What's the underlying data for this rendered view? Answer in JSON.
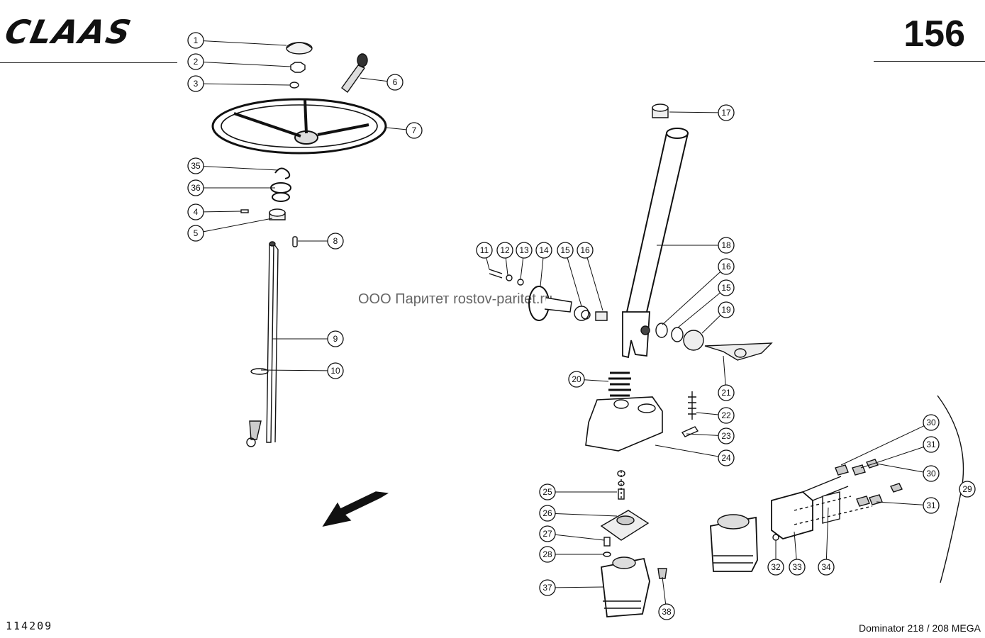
{
  "header": {
    "brand": "CLAAS",
    "page_number": "156"
  },
  "footer": {
    "document_id": "114209",
    "model": "Dominator 218 / 208 MEGA"
  },
  "watermark": "ООО Паритет    rostov-paritet.ru",
  "callouts": [
    {
      "id": "c1",
      "label": "1"
    },
    {
      "id": "c2",
      "label": "2"
    },
    {
      "id": "c3",
      "label": "3"
    },
    {
      "id": "c4",
      "label": "4"
    },
    {
      "id": "c5",
      "label": "5"
    },
    {
      "id": "c6",
      "label": "6"
    },
    {
      "id": "c7",
      "label": "7"
    },
    {
      "id": "c8",
      "label": "8"
    },
    {
      "id": "c9",
      "label": "9"
    },
    {
      "id": "c10",
      "label": "10"
    },
    {
      "id": "c11",
      "label": "11"
    },
    {
      "id": "c12",
      "label": "12"
    },
    {
      "id": "c13",
      "label": "13"
    },
    {
      "id": "c14",
      "label": "14"
    },
    {
      "id": "c15a",
      "label": "15"
    },
    {
      "id": "c16a",
      "label": "16"
    },
    {
      "id": "c17",
      "label": "17"
    },
    {
      "id": "c18",
      "label": "18"
    },
    {
      "id": "c16b",
      "label": "16"
    },
    {
      "id": "c15b",
      "label": "15"
    },
    {
      "id": "c19",
      "label": "19"
    },
    {
      "id": "c20",
      "label": "20"
    },
    {
      "id": "c21",
      "label": "21"
    },
    {
      "id": "c22",
      "label": "22"
    },
    {
      "id": "c23",
      "label": "23"
    },
    {
      "id": "c24",
      "label": "24"
    },
    {
      "id": "c25",
      "label": "25"
    },
    {
      "id": "c26",
      "label": "26"
    },
    {
      "id": "c27",
      "label": "27"
    },
    {
      "id": "c28",
      "label": "28"
    },
    {
      "id": "c29",
      "label": "29"
    },
    {
      "id": "c30a",
      "label": "30"
    },
    {
      "id": "c31a",
      "label": "31"
    },
    {
      "id": "c30b",
      "label": "30"
    },
    {
      "id": "c31b",
      "label": "31"
    },
    {
      "id": "c32",
      "label": "32"
    },
    {
      "id": "c33",
      "label": "33"
    },
    {
      "id": "c34",
      "label": "34"
    },
    {
      "id": "c35",
      "label": "35"
    },
    {
      "id": "c36",
      "label": "36"
    },
    {
      "id": "c37",
      "label": "37"
    },
    {
      "id": "c38",
      "label": "38"
    }
  ]
}
